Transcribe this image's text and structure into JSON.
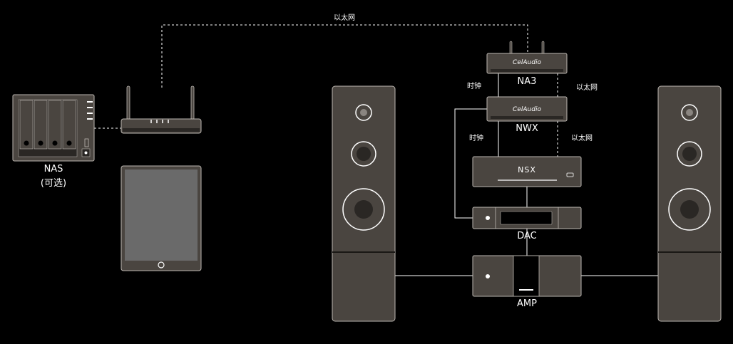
{
  "labels": {
    "nas": "NAS",
    "nas_note": "(可选)",
    "na3": "NA3",
    "nwx": "NWX",
    "dac": "DAC",
    "amp": "AMP",
    "ethernet_top": "以太网",
    "ethernet_na3": "以太网",
    "ethernet_nwx": "以太网",
    "clock_na3": "时钟",
    "clock_nwx": "时钟"
  },
  "device_text": {
    "na3_logo": "CelAudio",
    "nwx_logo": "CelAudio",
    "nsx_logo": "NSX"
  },
  "colors": {
    "background": "#000000",
    "device_body": "#4a4540",
    "device_dark": "#2a2724",
    "outline": "#bdb8b2",
    "line": "#ffffff"
  }
}
